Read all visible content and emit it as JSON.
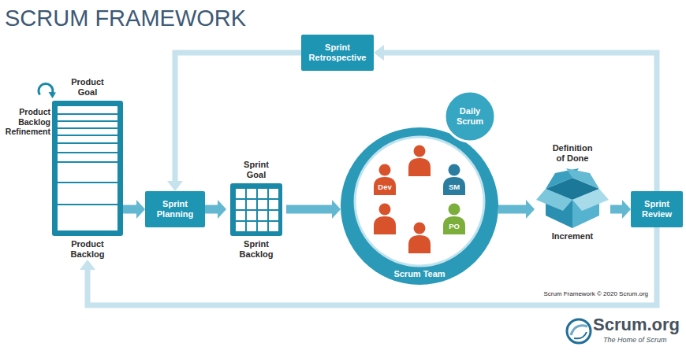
{
  "diagram": {
    "title": "SCRUM FRAMEWORK",
    "nodes": [
      {
        "text": [
          "Product Goal",
          "Product Backlog"
        ]
      },
      {
        "text": [
          "Sprint Planning"
        ]
      },
      {
        "text": [
          "Sprint Goal",
          "Sprint Backlog"
        ]
      },
      {
        "text": [
          "Scrum Team"
        ]
      },
      {
        "text": [
          "Dev"
        ],
        "in": 3
      },
      {
        "text": [
          "SM"
        ],
        "in": 3
      },
      {
        "text": [
          "PO"
        ],
        "in": 3
      },
      {
        "text": [
          "Daily Scrum"
        ]
      },
      {
        "text": [
          "Definition of Done",
          "Increment"
        ]
      },
      {
        "text": [
          "Sprint Review"
        ]
      },
      {
        "text": [
          "Sprint Retrospective"
        ]
      }
    ],
    "edges": [
      {
        "from": 0,
        "to": 1,
        "arrow": "to"
      },
      {
        "from": 1,
        "to": 2,
        "arrow": "to"
      },
      {
        "from": 2,
        "to": 3,
        "arrow": "to"
      },
      {
        "from": 3,
        "to": 8,
        "arrow": "to"
      },
      {
        "from": 8,
        "to": 9,
        "arrow": "to"
      },
      {
        "from": 9,
        "to": 10,
        "arrow": "to"
      },
      {
        "from": 10,
        "to": 1,
        "arrow": "to"
      },
      {
        "from": 9,
        "to": 0,
        "arrow": "to"
      }
    ],
    "labels": [
      "Product Backlog Refinement",
      "Scrum Framework © 2020 Scrum.org",
      "Scrum.org",
      "The Home of Scrum"
    ]
  }
}
